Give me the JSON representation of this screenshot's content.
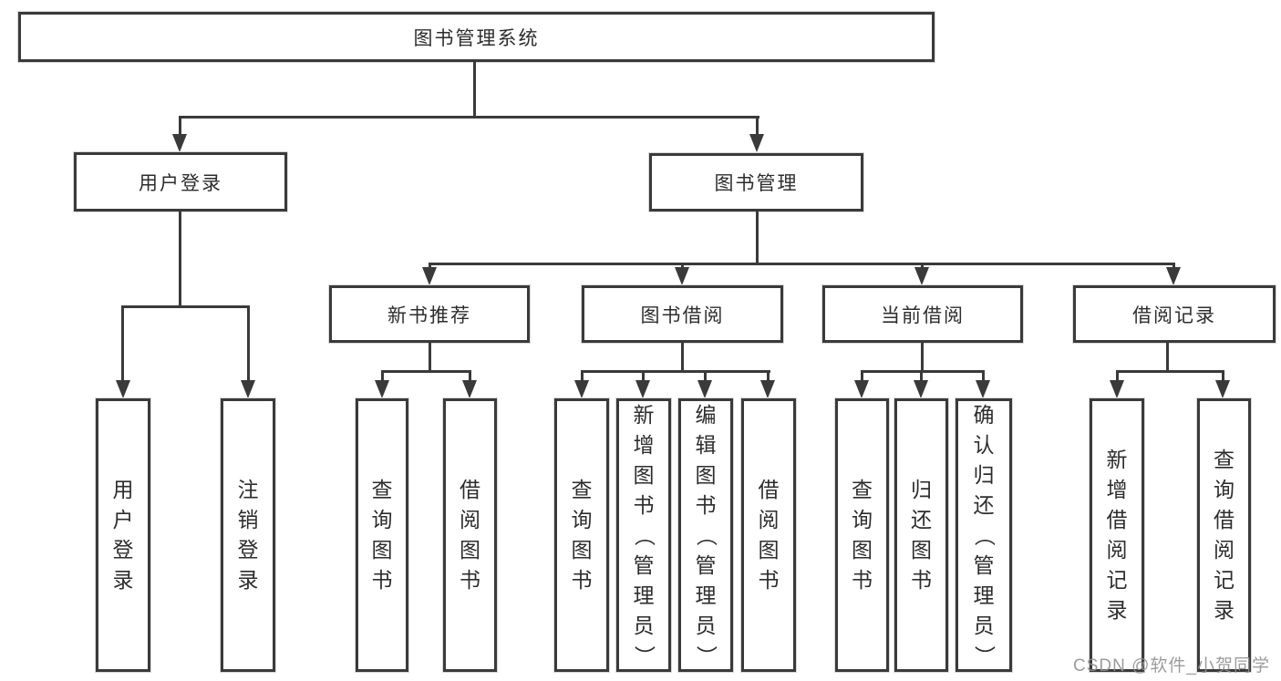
{
  "tree": {
    "label": "图书管理系统",
    "children": [
      {
        "label": "用户登录",
        "children": [
          {
            "label": "用户登录"
          },
          {
            "label": "注销登录"
          }
        ]
      },
      {
        "label": "图书管理",
        "children": [
          {
            "label": "新书推荐",
            "children": [
              {
                "label": "查询图书"
              },
              {
                "label": "借阅图书"
              }
            ]
          },
          {
            "label": "图书借阅",
            "children": [
              {
                "label": "查询图书"
              },
              {
                "label": "新增图书（管理员）"
              },
              {
                "label": "编辑图书（管理员）"
              },
              {
                "label": "借阅图书"
              }
            ]
          },
          {
            "label": "当前借阅",
            "children": [
              {
                "label": "查询图书"
              },
              {
                "label": "归还图书"
              },
              {
                "label": "确认归还（管理员）"
              }
            ]
          },
          {
            "label": "借阅记录",
            "children": [
              {
                "label": "新增借阅记录"
              },
              {
                "label": "查询借阅记录"
              }
            ]
          }
        ]
      }
    ]
  },
  "watermark": {
    "text": "CSDN @软件_小贺同学"
  },
  "colors": {
    "line": "#3a3a3a",
    "text": "#2d2d2d",
    "background": "#ffffff",
    "watermark": "#919191"
  }
}
